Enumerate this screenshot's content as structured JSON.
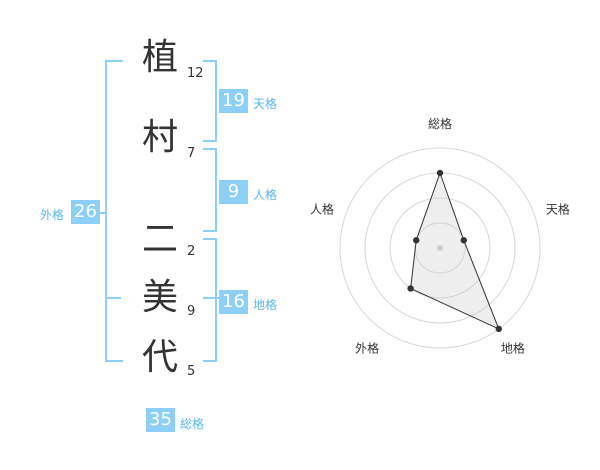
{
  "name_chars": [
    {
      "char": "植",
      "strokes": "12"
    },
    {
      "char": "村",
      "strokes": "7"
    },
    {
      "char": "二",
      "strokes": "2"
    },
    {
      "char": "美",
      "strokes": "9"
    },
    {
      "char": "代",
      "strokes": "5"
    }
  ],
  "kakusu": {
    "tenkaku": {
      "value": "19",
      "label": "天格"
    },
    "jinkaku": {
      "value": "9",
      "label": "人格"
    },
    "chikaku": {
      "value": "16",
      "label": "地格"
    },
    "gaikaku": {
      "value": "26",
      "label": "外格"
    },
    "soukaku": {
      "value": "35",
      "label": "総格"
    }
  },
  "colors": {
    "accent": "#8dcff6",
    "accent_text": "#58b8ef"
  },
  "chart_data": {
    "type": "radar",
    "axes": [
      "総格",
      "天格",
      "地格",
      "外格",
      "人格"
    ],
    "values": [
      0.75,
      0.25,
      1.0,
      0.5,
      0.25
    ],
    "rings": 4
  }
}
